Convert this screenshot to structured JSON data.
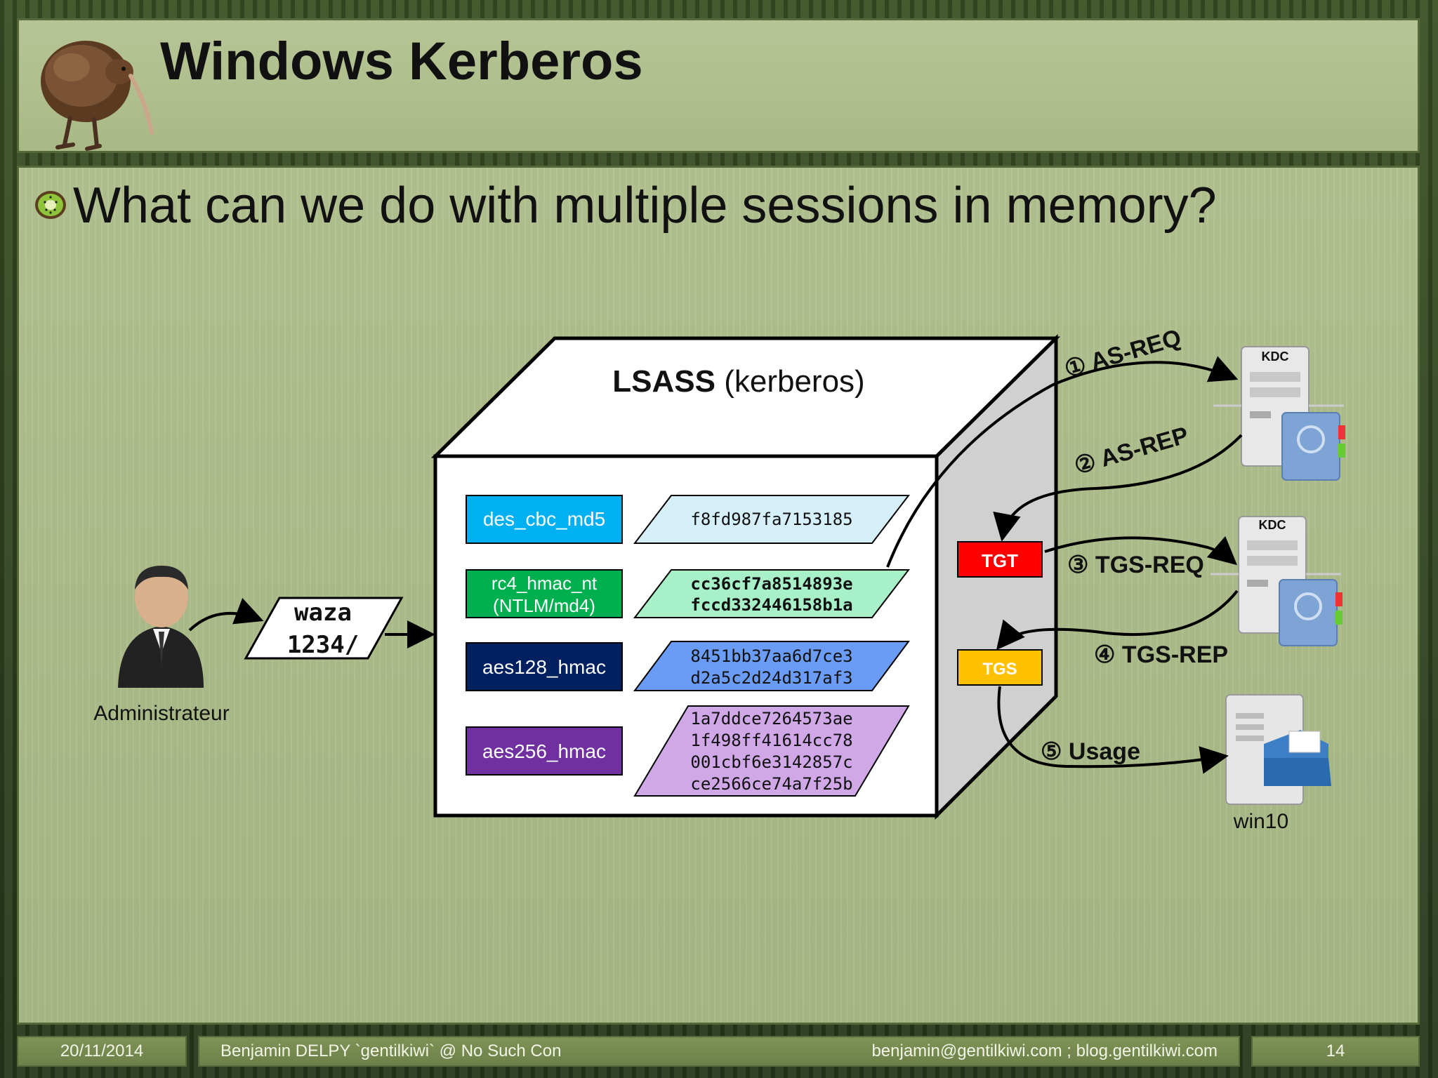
{
  "slide": {
    "title": "Windows Kerberos",
    "bullet": "What can we do with multiple sessions in memory?"
  },
  "diagram": {
    "lsass_bold": "LSASS",
    "lsass_rest": " (kerberos)",
    "user_label": "Administrateur",
    "credential_line1": "waza",
    "credential_line2": "1234/",
    "keys": [
      {
        "name": "des_cbc_md5",
        "name2": "",
        "hash": [
          "f8fd987fa7153185"
        ],
        "color": "#00b0f0",
        "hash_color": "#d6f0fb"
      },
      {
        "name": "rc4_hmac_nt",
        "name2": "(NTLM/md4)",
        "hash": [
          "cc36cf7a8514893e",
          "fccd332446158b1a"
        ],
        "color": "#00b050",
        "hash_color": "#a7f0c8"
      },
      {
        "name": "aes128_hmac",
        "name2": "",
        "hash": [
          "8451bb37aa6d7ce3",
          "d2a5c2d24d317af3"
        ],
        "color": "#002060",
        "hash_color": "#6a9cf5"
      },
      {
        "name": "aes256_hmac",
        "name2": "",
        "hash": [
          "1a7ddce7264573ae",
          "1f498ff41614cc78",
          "001cbf6e3142857c",
          "ce2566ce74a7f25b"
        ],
        "color": "#7030a0",
        "hash_color": "#d0a8e8"
      }
    ],
    "tgt_label": "TGT",
    "tgs_label": "TGS",
    "tgt_color": "#ff0000",
    "tgs_color": "#ffc000",
    "steps": {
      "s1": "① AS-REQ",
      "s2": "② AS-REP",
      "s3": "③ TGS-REQ",
      "s4": "④ TGS-REP",
      "s5": "⑤ Usage"
    },
    "kdc_label": "KDC",
    "kdc2_label": "KDC",
    "host_label": "win10"
  },
  "footer": {
    "date": "20/11/2014",
    "author": "Benjamin DELPY `gentilkiwi` @ No Such Con",
    "contact": "benjamin@gentilkiwi.com ; blog.gentilkiwi.com",
    "page": "14"
  }
}
